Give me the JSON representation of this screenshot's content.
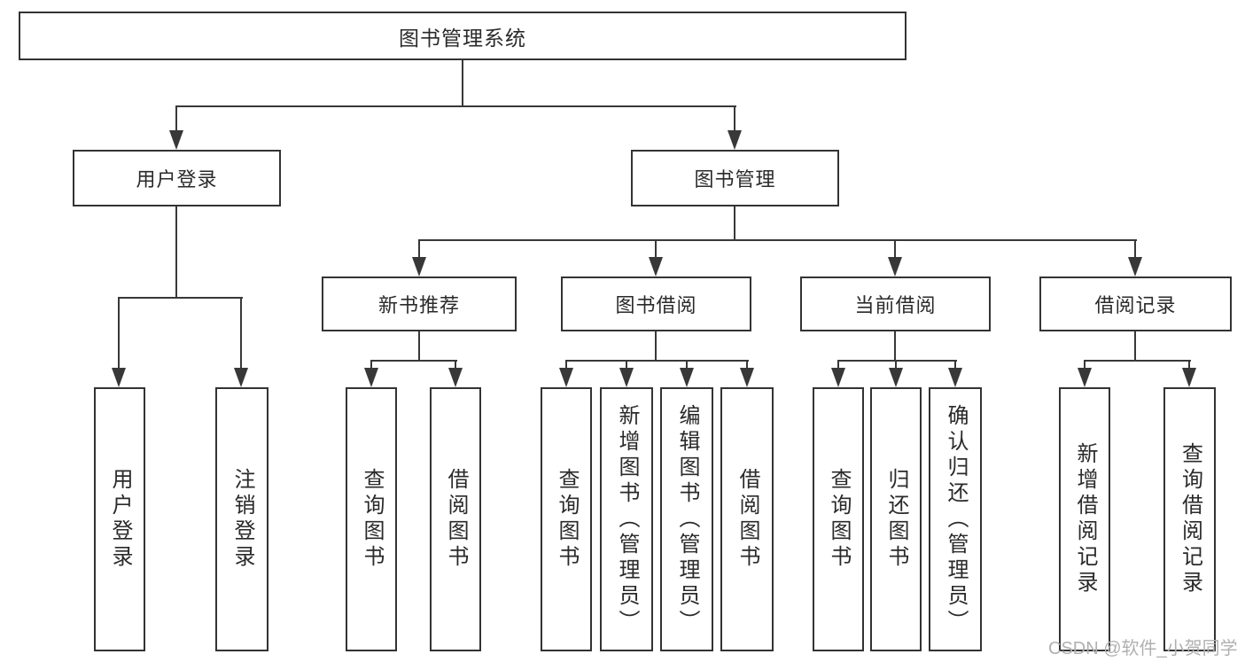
{
  "diagram": {
    "root": {
      "label": "图书管理系统",
      "children": [
        {
          "label": "用户登录",
          "children": [
            {
              "label": "用户登录"
            },
            {
              "label": "注销登录"
            }
          ]
        },
        {
          "label": "图书管理",
          "children": [
            {
              "label": "新书推荐",
              "children": [
                {
                  "label": "查询图书"
                },
                {
                  "label": "借阅图书"
                }
              ]
            },
            {
              "label": "图书借阅",
              "children": [
                {
                  "label": "查询图书"
                },
                {
                  "label": "新增图书（管理员）"
                },
                {
                  "label": "编辑图书（管理员）"
                },
                {
                  "label": "借阅图书"
                }
              ]
            },
            {
              "label": "当前借阅",
              "children": [
                {
                  "label": "查询图书"
                },
                {
                  "label": "归还图书"
                },
                {
                  "label": "确认归还（管理员）"
                }
              ]
            },
            {
              "label": "借阅记录",
              "children": [
                {
                  "label": "新增借阅记录"
                },
                {
                  "label": "查询借阅记录"
                }
              ]
            }
          ]
        }
      ]
    },
    "watermark": "CSDN @软件_小贺同学",
    "colors": {
      "line": "#383838",
      "border": "#333333",
      "text": "#2a2a2a",
      "watermark": "#b0b0b0"
    }
  }
}
